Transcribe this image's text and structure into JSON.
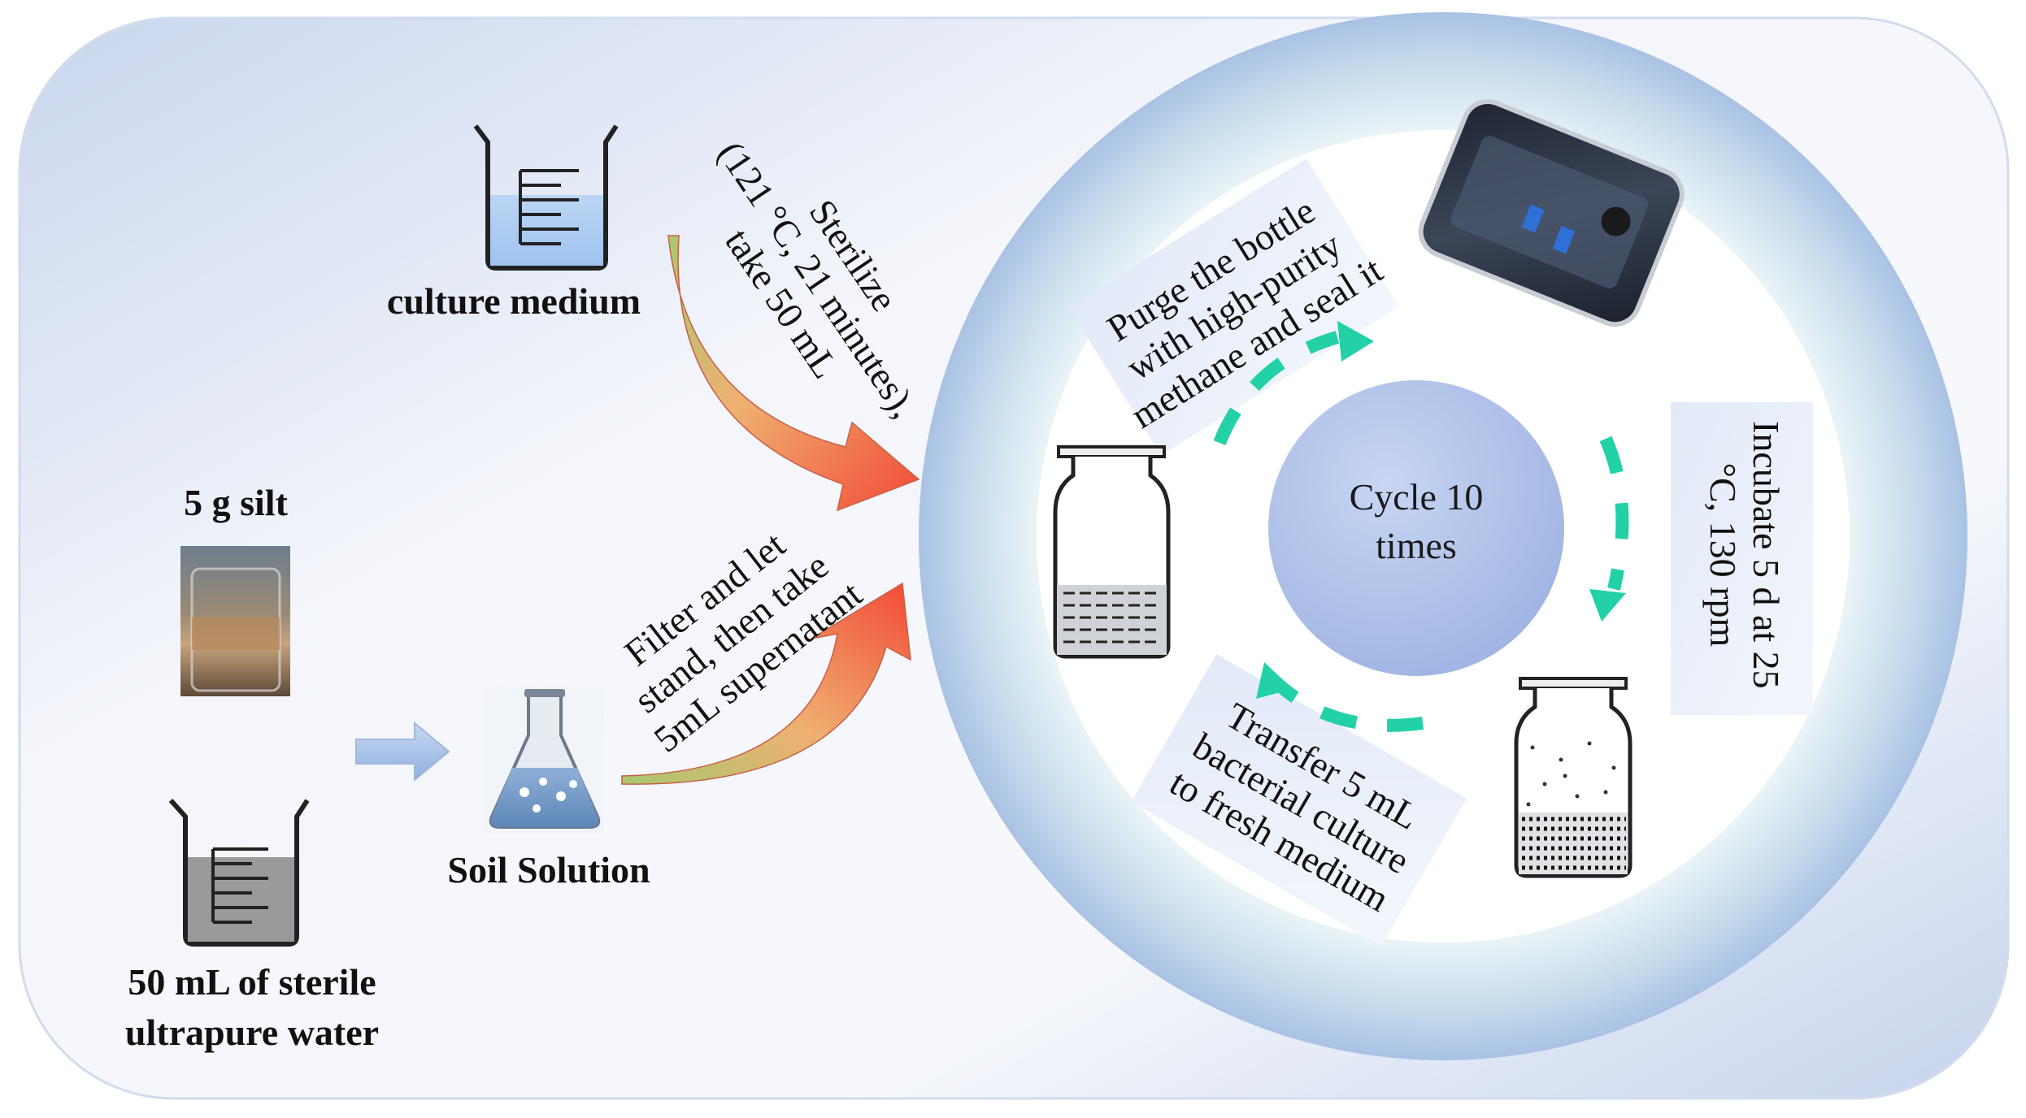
{
  "materials": {
    "culture_medium": "culture medium",
    "silt": "5 g silt",
    "water_line1": "50 mL of sterile",
    "water_line2": "ultrapure water",
    "soil_solution": "Soil Solution"
  },
  "steps": {
    "sterilize_line1": "Sterilize",
    "sterilize_line2": "(121 °C, 21 minutes),",
    "sterilize_line3": "take 50 mL",
    "filter_line1": "Filter and let",
    "filter_line2": "stand, then take",
    "filter_line3": "5mL supernatant",
    "purge_line1": "Purge the bottle",
    "purge_line2": "with high-purity",
    "purge_line3": "methane and seal it",
    "incubate_line1": "Incubate 5 d at 25",
    "incubate_line2": "°C, 130 rpm",
    "transfer_line1": "Transfer 5 mL",
    "transfer_line2": "bacterial culture",
    "transfer_line3": "to fresh medium"
  },
  "cycle": {
    "line1": "Cycle 10",
    "line2": "times"
  },
  "colors": {
    "panel_bg": "#dbe4f4",
    "ring": "#bcd3ea",
    "center_circle": "#a9bde6",
    "cycle_arrow": "#22d1a6",
    "curved_arrow_start": "#c9d98a",
    "curved_arrow_end": "#f0523a",
    "label_box": "#e6edf8"
  }
}
